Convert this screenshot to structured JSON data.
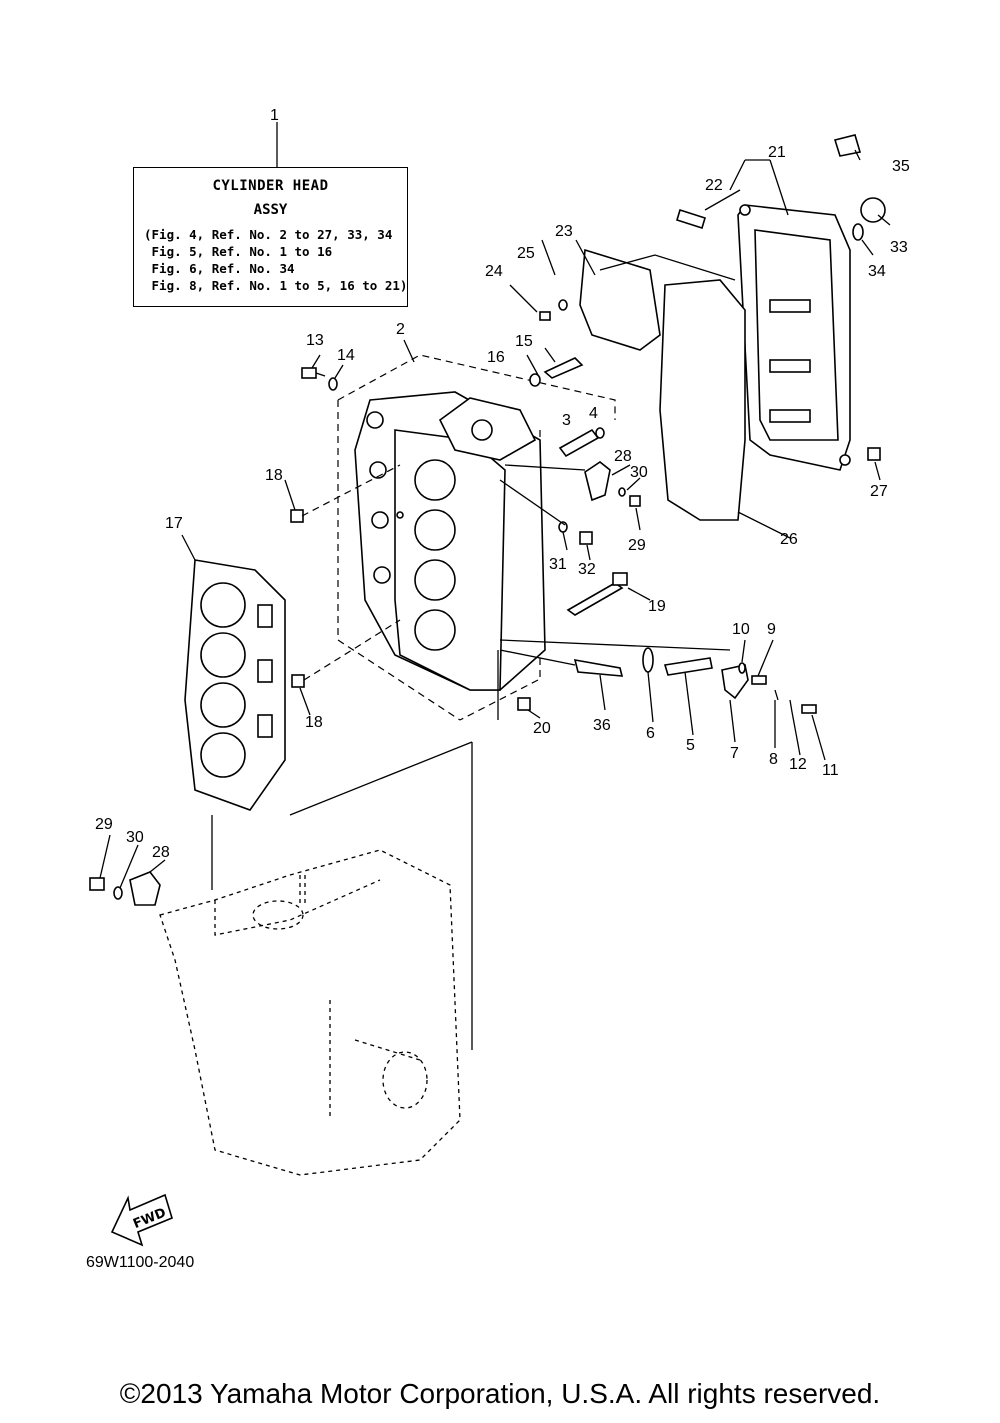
{
  "assembly": {
    "title": "CYLINDER HEAD",
    "subtitle": "ASSY",
    "refs": [
      "(Fig. 4, Ref. No. 2 to 27, 33, 34",
      " Fig. 5, Ref. No. 1 to 16",
      " Fig. 6, Ref. No. 34",
      " Fig. 8, Ref. No. 1 to 5, 16 to 21)"
    ]
  },
  "callouts": [
    "1",
    "2",
    "3",
    "4",
    "5",
    "6",
    "7",
    "8",
    "9",
    "10",
    "11",
    "12",
    "13",
    "14",
    "15",
    "16",
    "17",
    "18",
    "18",
    "19",
    "20",
    "21",
    "22",
    "23",
    "24",
    "25",
    "26",
    "27",
    "28",
    "28",
    "29",
    "29",
    "30",
    "30",
    "31",
    "32",
    "33",
    "34",
    "35",
    "36"
  ],
  "fwd_label": "FWD",
  "diagram_code": "69W1100-2040",
  "copyright": "©2013 Yamaha Motor Corporation, U.S.A. All rights reserved."
}
